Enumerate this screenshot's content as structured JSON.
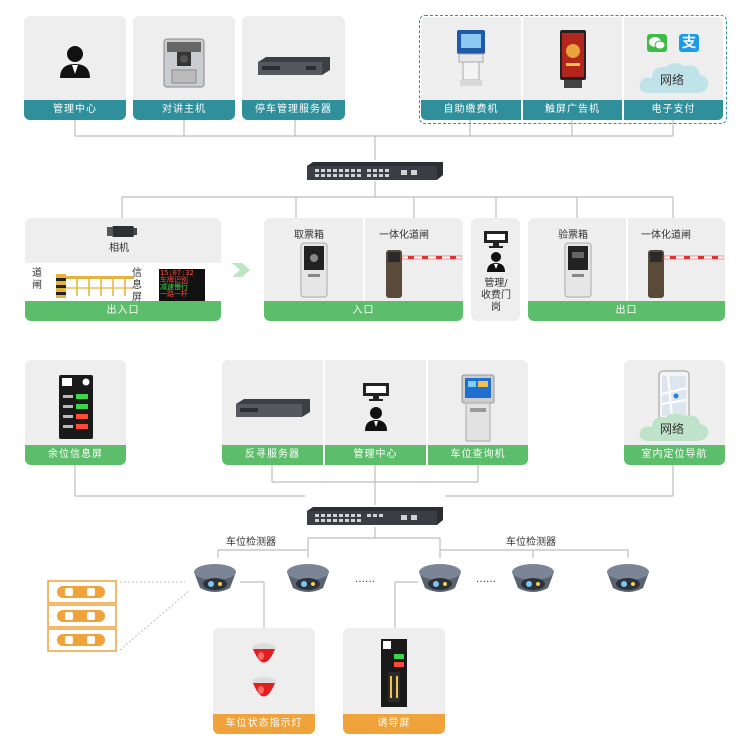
{
  "top": {
    "tiles": [
      {
        "label": "管理中心",
        "icon": "person-icon"
      },
      {
        "label": "对讲主机",
        "icon": "intercom-icon"
      },
      {
        "label": "停车管理服务器",
        "icon": "server-icon"
      },
      {
        "label": "自助缴费机",
        "icon": "kiosk-icon"
      },
      {
        "label": "触屏广告机",
        "icon": "ad-screen-icon"
      },
      {
        "label": "电子支付",
        "icon": "payment-icon"
      }
    ],
    "network_label": "网络"
  },
  "gate": {
    "exit_entry": {
      "camera_label": "相机",
      "barrier_label": "道闸",
      "display_label": "信息屏",
      "display_time": "15:07:32",
      "display_line1": "车牌识别",
      "display_line2": "减速慢行",
      "display_line3": "一路一杆",
      "caption": "出入口"
    },
    "entrance": {
      "ticket_label": "取票箱",
      "barrier_label": "一体化道闸",
      "caption": "入口"
    },
    "booth": {
      "label": "管理/收费门岗"
    },
    "exit": {
      "ticket_label": "验票箱",
      "barrier_label": "一体化道闸",
      "caption": "出口"
    }
  },
  "lower": {
    "tiles": [
      {
        "label": "余位信息屏",
        "icon": "vacancy-display-icon"
      },
      {
        "label": "反寻服务器",
        "icon": "server-icon"
      },
      {
        "label": "管理中心",
        "icon": "person-icon"
      },
      {
        "label": "车位查询机",
        "icon": "query-kiosk-icon"
      },
      {
        "label": "室内定位导航",
        "icon": "phone-map-icon"
      }
    ],
    "network_label": "网络",
    "detector_label_left": "车位检测器",
    "detector_label_right": "车位检测器",
    "ellipsis": "……",
    "bottom_tiles": [
      {
        "label": "车位状态指示灯",
        "icon": "indicator-light-icon"
      },
      {
        "label": "诱导屏",
        "icon": "guidance-screen-icon"
      }
    ]
  },
  "colors": {
    "teal": "#2f8f9b",
    "green": "#5cbd6a",
    "orange": "#f0a33a",
    "tile": "#eeeeee",
    "line": "#bbbbbb"
  }
}
